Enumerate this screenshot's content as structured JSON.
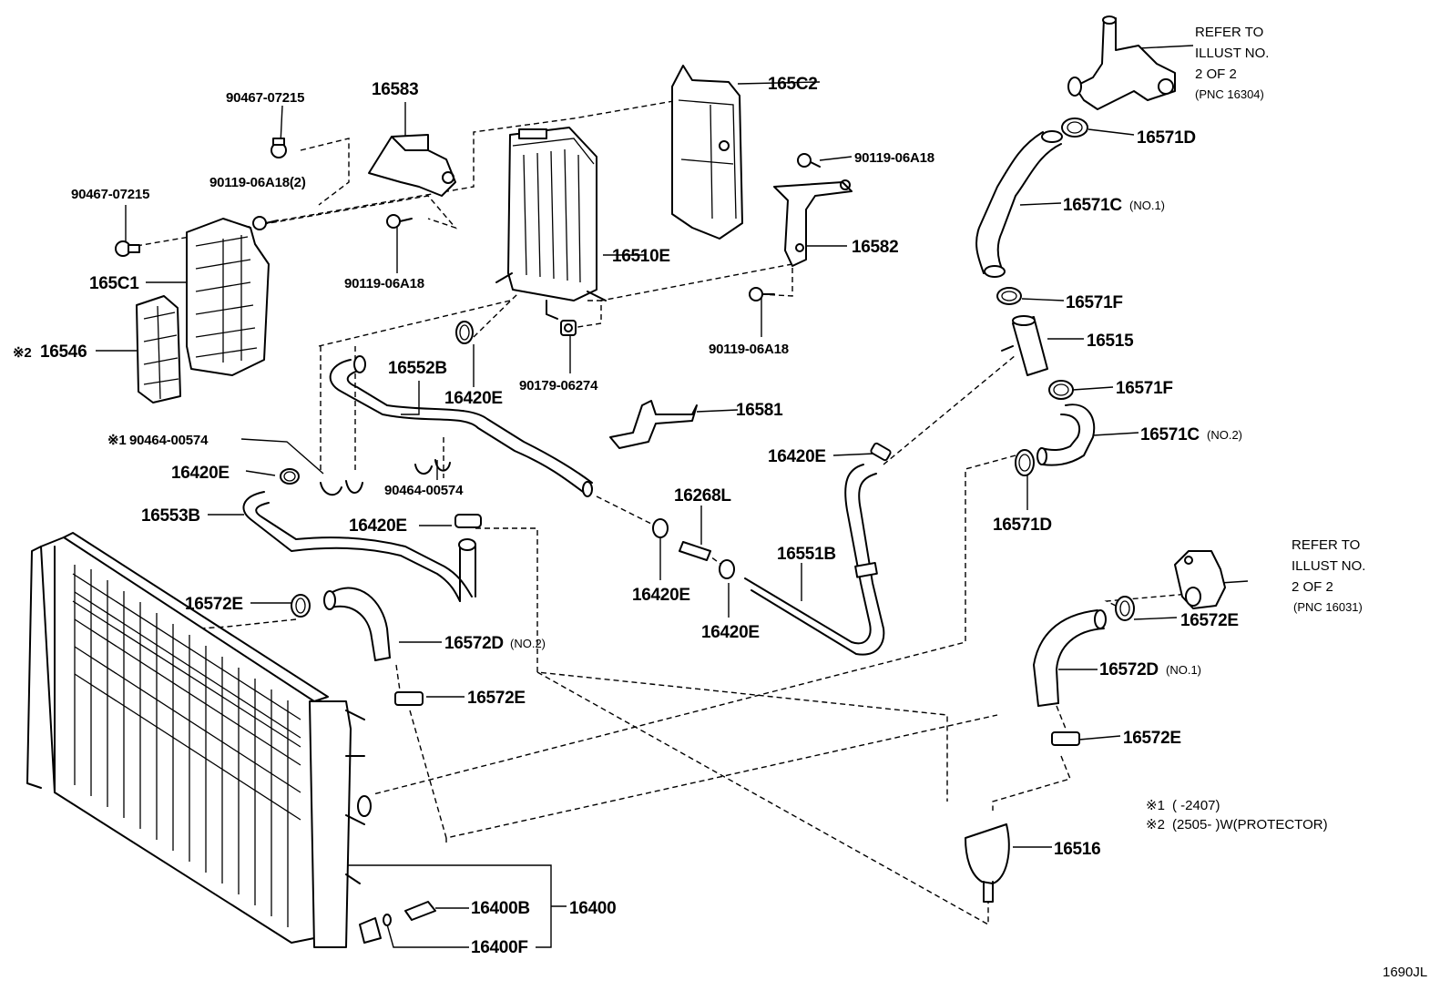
{
  "labels": {
    "p_90467_07215_a": "90467-07215",
    "p_16583": "16583",
    "p_90119_06A18_2": "90119-06A18(2)",
    "p_90467_07215_b": "90467-07215",
    "p_165C1": "165C1",
    "p_16546": "16546",
    "p_16546_mark": "※2",
    "p_90119_06A18_a": "90119-06A18",
    "p_165C2": "165C2",
    "p_90119_06A18_b": "90119-06A18",
    "p_16510E": "16510E",
    "p_16582": "16582",
    "p_90119_06A18_c": "90119-06A18",
    "p_90179_06274": "90179-06274",
    "p_16552B": "16552B",
    "p_16420E_a": "16420E",
    "p_16581": "16581",
    "p_90464_00574_a": "90464-00574",
    "p_90464_00574_a_mark": "※1",
    "p_16420E_b": "16420E",
    "p_90464_00574_b": "90464-00574",
    "p_16553B": "16553B",
    "p_16420E_c": "16420E",
    "p_16268L": "16268L",
    "p_16420E_d": "16420E",
    "p_16551B": "16551B",
    "p_16420E_e": "16420E",
    "p_16420E_f": "16420E",
    "p_16572E_a": "16572E",
    "p_16572D_no2": "16572D",
    "p_16572D_no2_sub": "(NO.2)",
    "p_16572E_b": "16572E",
    "p_16400B": "16400B",
    "p_16400": "16400",
    "p_16400F": "16400F",
    "p_16571D_a": "16571D",
    "p_16571C_no1": "16571C",
    "p_16571C_no1_sub": "(NO.1)",
    "p_16571F_a": "16571F",
    "p_16515": "16515",
    "p_16571F_b": "16571F",
    "p_16571C_no2": "16571C",
    "p_16571C_no2_sub": "(NO.2)",
    "p_16571D_b": "16571D",
    "p_16572E_c": "16572E",
    "p_16572D_no1": "16572D",
    "p_16572D_no1_sub": "(NO.1)",
    "p_16572E_d": "16572E",
    "p_16516": "16516"
  },
  "refer_top": {
    "line1": "REFER TO",
    "line2": "ILLUST NO.",
    "line3": "2 OF 2",
    "line4": "(PNC 16304)"
  },
  "refer_mid": {
    "line1": "REFER TO",
    "line2": "ILLUST NO.",
    "line3": "2 OF 2",
    "line4": "(PNC 16031)"
  },
  "notes": {
    "note1_mark": "※1",
    "note1_text": "(      -2407)",
    "note2_mark": "※2",
    "note2_text": "(2505-        )W(PROTECTOR)"
  },
  "figure_id": "1690JL"
}
